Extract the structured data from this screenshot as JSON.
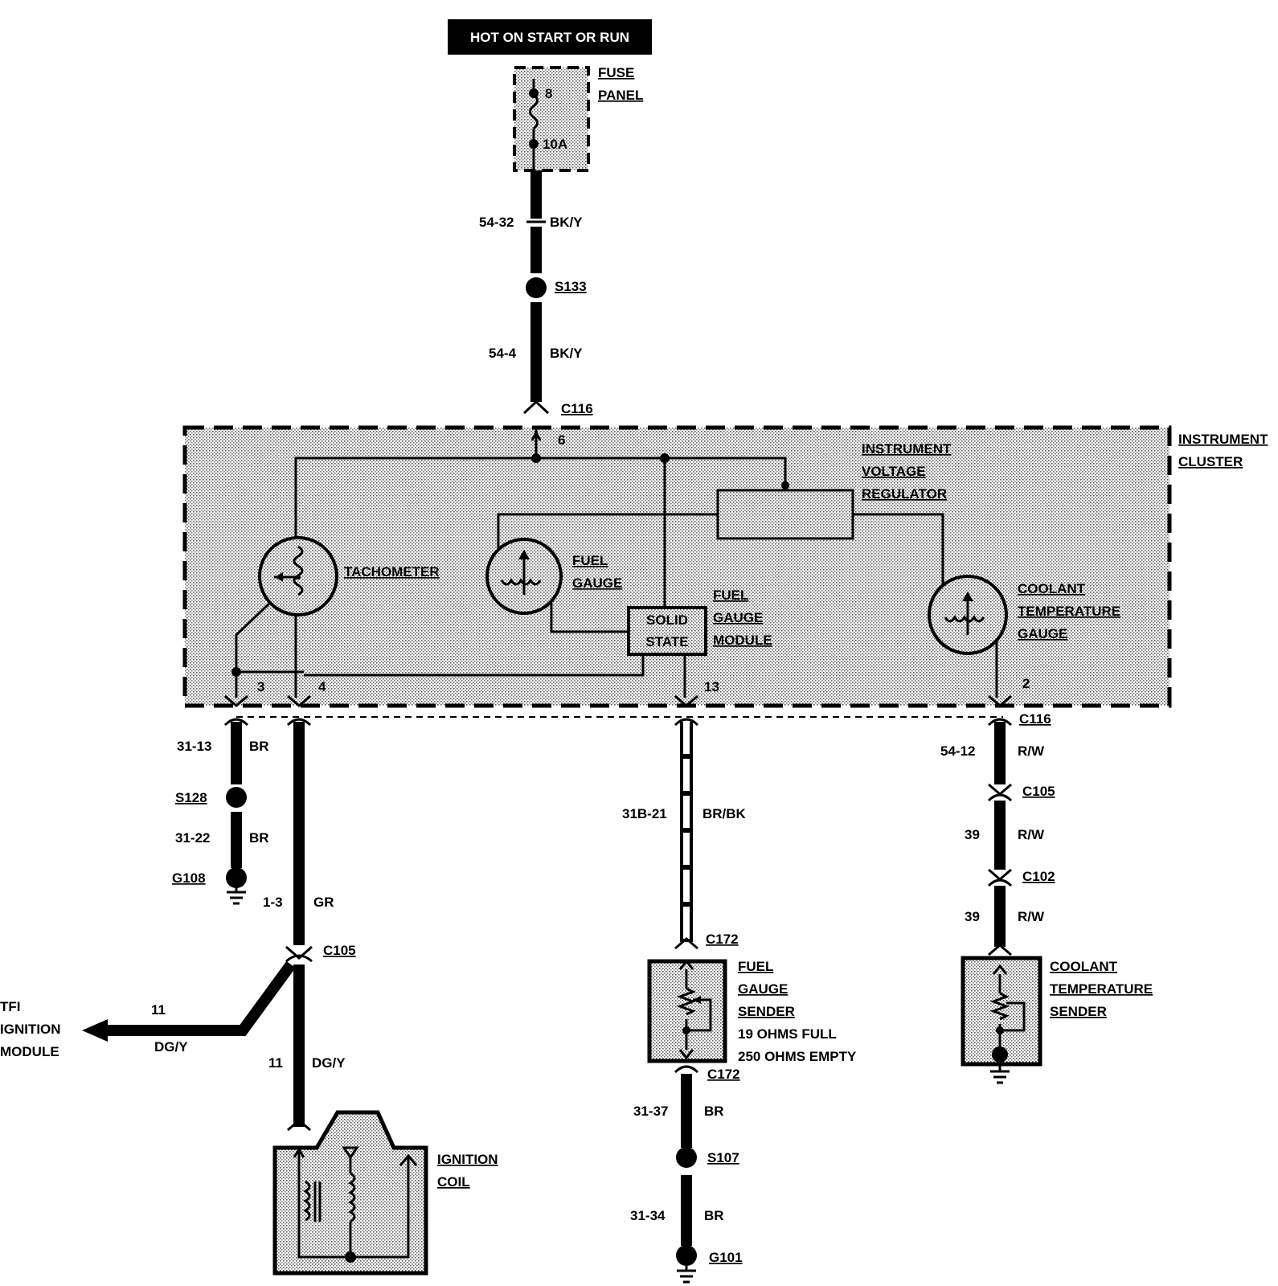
{
  "header": {
    "power_label": "HOT ON START OR RUN"
  },
  "fuse_panel": {
    "name_line1": "FUSE",
    "name_line2": "PANEL",
    "pin": "8",
    "rating": "10A"
  },
  "top_wires": [
    {
      "circuit": "54-32",
      "color": "BK/Y"
    },
    {
      "circuit": "54-4",
      "color": "BK/Y"
    }
  ],
  "splices": {
    "top": "S133",
    "left": "S128",
    "fuel": "S107"
  },
  "cluster": {
    "name_line1": "INSTRUMENT",
    "name_line2": "CLUSTER",
    "connector_top": "C116",
    "pin_top": "6",
    "regulator": [
      "INSTRUMENT",
      "VOLTAGE",
      "REGULATOR"
    ],
    "tachometer": "TACHOMETER",
    "fuel_gauge": [
      "FUEL",
      "GAUGE"
    ],
    "solid_state": [
      "SOLID",
      "STATE"
    ],
    "fuel_module": [
      "FUEL",
      "GAUGE",
      "MODULE"
    ],
    "coolant_gauge": [
      "COOLANT",
      "TEMPERATURE",
      "GAUGE"
    ],
    "pins": {
      "left_a": "3",
      "left_b": "4",
      "fuel": "13",
      "coolant": "2"
    }
  },
  "left_branch": {
    "wire1": {
      "circuit": "31-13",
      "color": "BR"
    },
    "wire2": {
      "circuit": "31-22",
      "color": "BR"
    },
    "ground": "G108"
  },
  "tach_branch": {
    "wire1": {
      "circuit": "1-3",
      "color": "GR"
    },
    "connector": "C105",
    "tfi": {
      "line1": "TFI",
      "line2": "IGNITION",
      "line3": "MODULE",
      "circuit": "11",
      "color": "DG/Y"
    },
    "wire2": {
      "circuit": "11",
      "color": "DG/Y"
    },
    "coil": [
      "IGNITION",
      "COIL"
    ]
  },
  "fuel_branch": {
    "wire1": {
      "circuit": "31B-21",
      "color": "BR/BK"
    },
    "connector": "C172",
    "sender": [
      "FUEL",
      "GAUGE",
      "SENDER",
      "19 OHMS FULL",
      "250 OHMS EMPTY"
    ],
    "connector2": "C172",
    "wire2": {
      "circuit": "31-37",
      "color": "BR"
    },
    "wire3": {
      "circuit": "31-34",
      "color": "BR"
    },
    "ground": "G101"
  },
  "coolant_branch": {
    "connector1": "C116",
    "wire1": {
      "circuit": "54-12",
      "color": "R/W"
    },
    "connector2": "C105",
    "wire2": {
      "circuit": "39",
      "color": "R/W"
    },
    "connector3": "C102",
    "wire3": {
      "circuit": "39",
      "color": "R/W"
    },
    "sender": [
      "COOLANT",
      "TEMPERATURE",
      "SENDER"
    ]
  }
}
